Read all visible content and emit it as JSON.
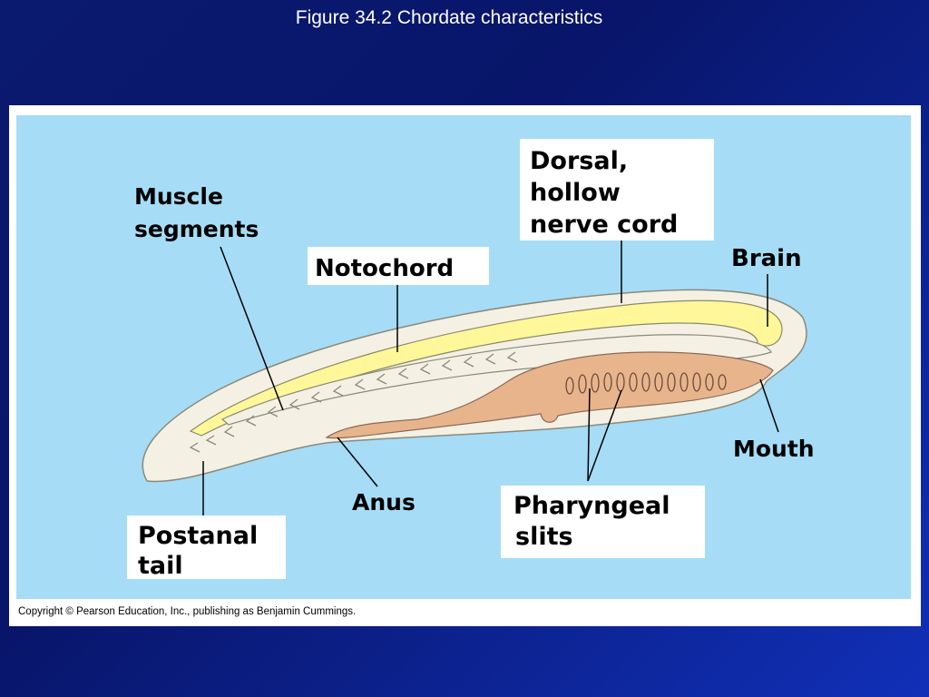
{
  "slide": {
    "title": "Figure 34.2  Chordate characteristics"
  },
  "labels": {
    "muscle_line1": "Muscle",
    "muscle_line2": "segments",
    "notochord": "Notochord",
    "dorsal_line1": "Dorsal,",
    "dorsal_line2": "hollow",
    "dorsal_line3": "nerve cord",
    "brain": "Brain",
    "mouth": "Mouth",
    "anus": "Anus",
    "pharyngeal_line1": "Pharyngeal",
    "pharyngeal_line2": "slits",
    "postanal_line1": "Postanal",
    "postanal_line2": "tail"
  },
  "copyright": "Copyright © Pearson Education, Inc., publishing as Benjamin Cummings.",
  "colors": {
    "background": "#0a1a6e",
    "panel": "#a6dcf6",
    "body": "#f4f1e4",
    "nerve_cord": "#fff79a",
    "gut": "#e8b48c",
    "label_box": "#ffffff"
  }
}
